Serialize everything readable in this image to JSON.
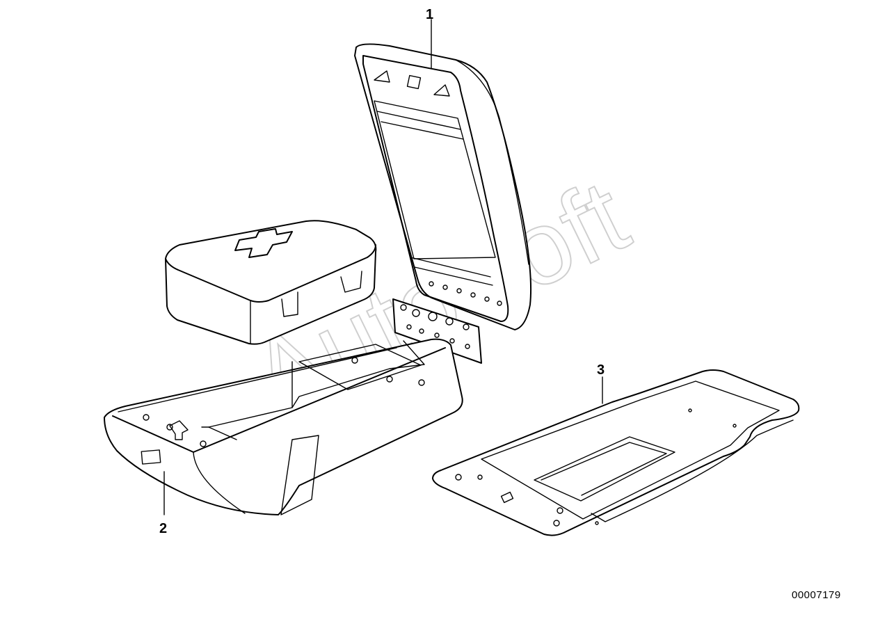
{
  "diagram": {
    "callouts": [
      {
        "id": "1",
        "label": "1"
      },
      {
        "id": "2",
        "label": "2"
      },
      {
        "id": "3",
        "label": "3"
      }
    ],
    "document_id": "00007179",
    "watermark": "AutoSoft"
  }
}
